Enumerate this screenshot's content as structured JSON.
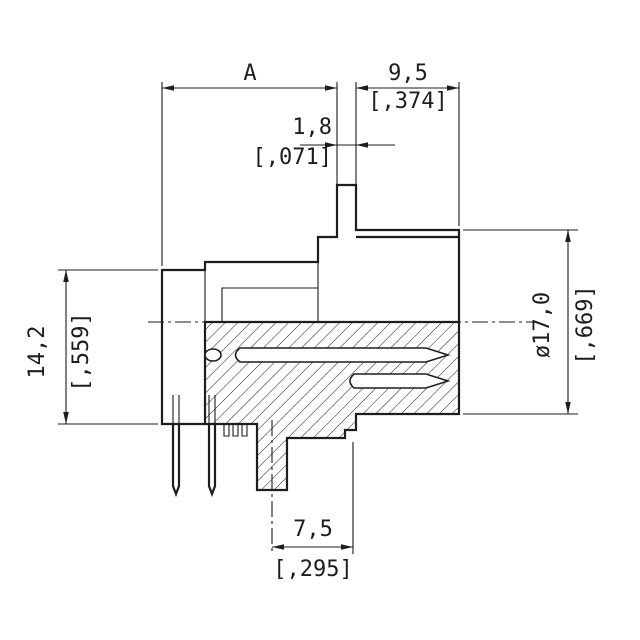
{
  "meta": {
    "background_color": "#ffffff",
    "line_color": "#1d1d1b",
    "drawing_type": "connector cross-section dimensional drawing"
  },
  "dimensions": {
    "width_a": {
      "label": "A"
    },
    "depth": {
      "mm": "9,5",
      "inch": "[,374]"
    },
    "panel": {
      "mm": "1,8",
      "inch": "[,071]"
    },
    "height": {
      "mm": "14,2",
      "inch": "[,559]"
    },
    "diameter": {
      "mm": "ø17,0",
      "inch": "[,669]"
    },
    "pin_spacing": {
      "mm": "7,5",
      "inch": "[,295]"
    }
  }
}
